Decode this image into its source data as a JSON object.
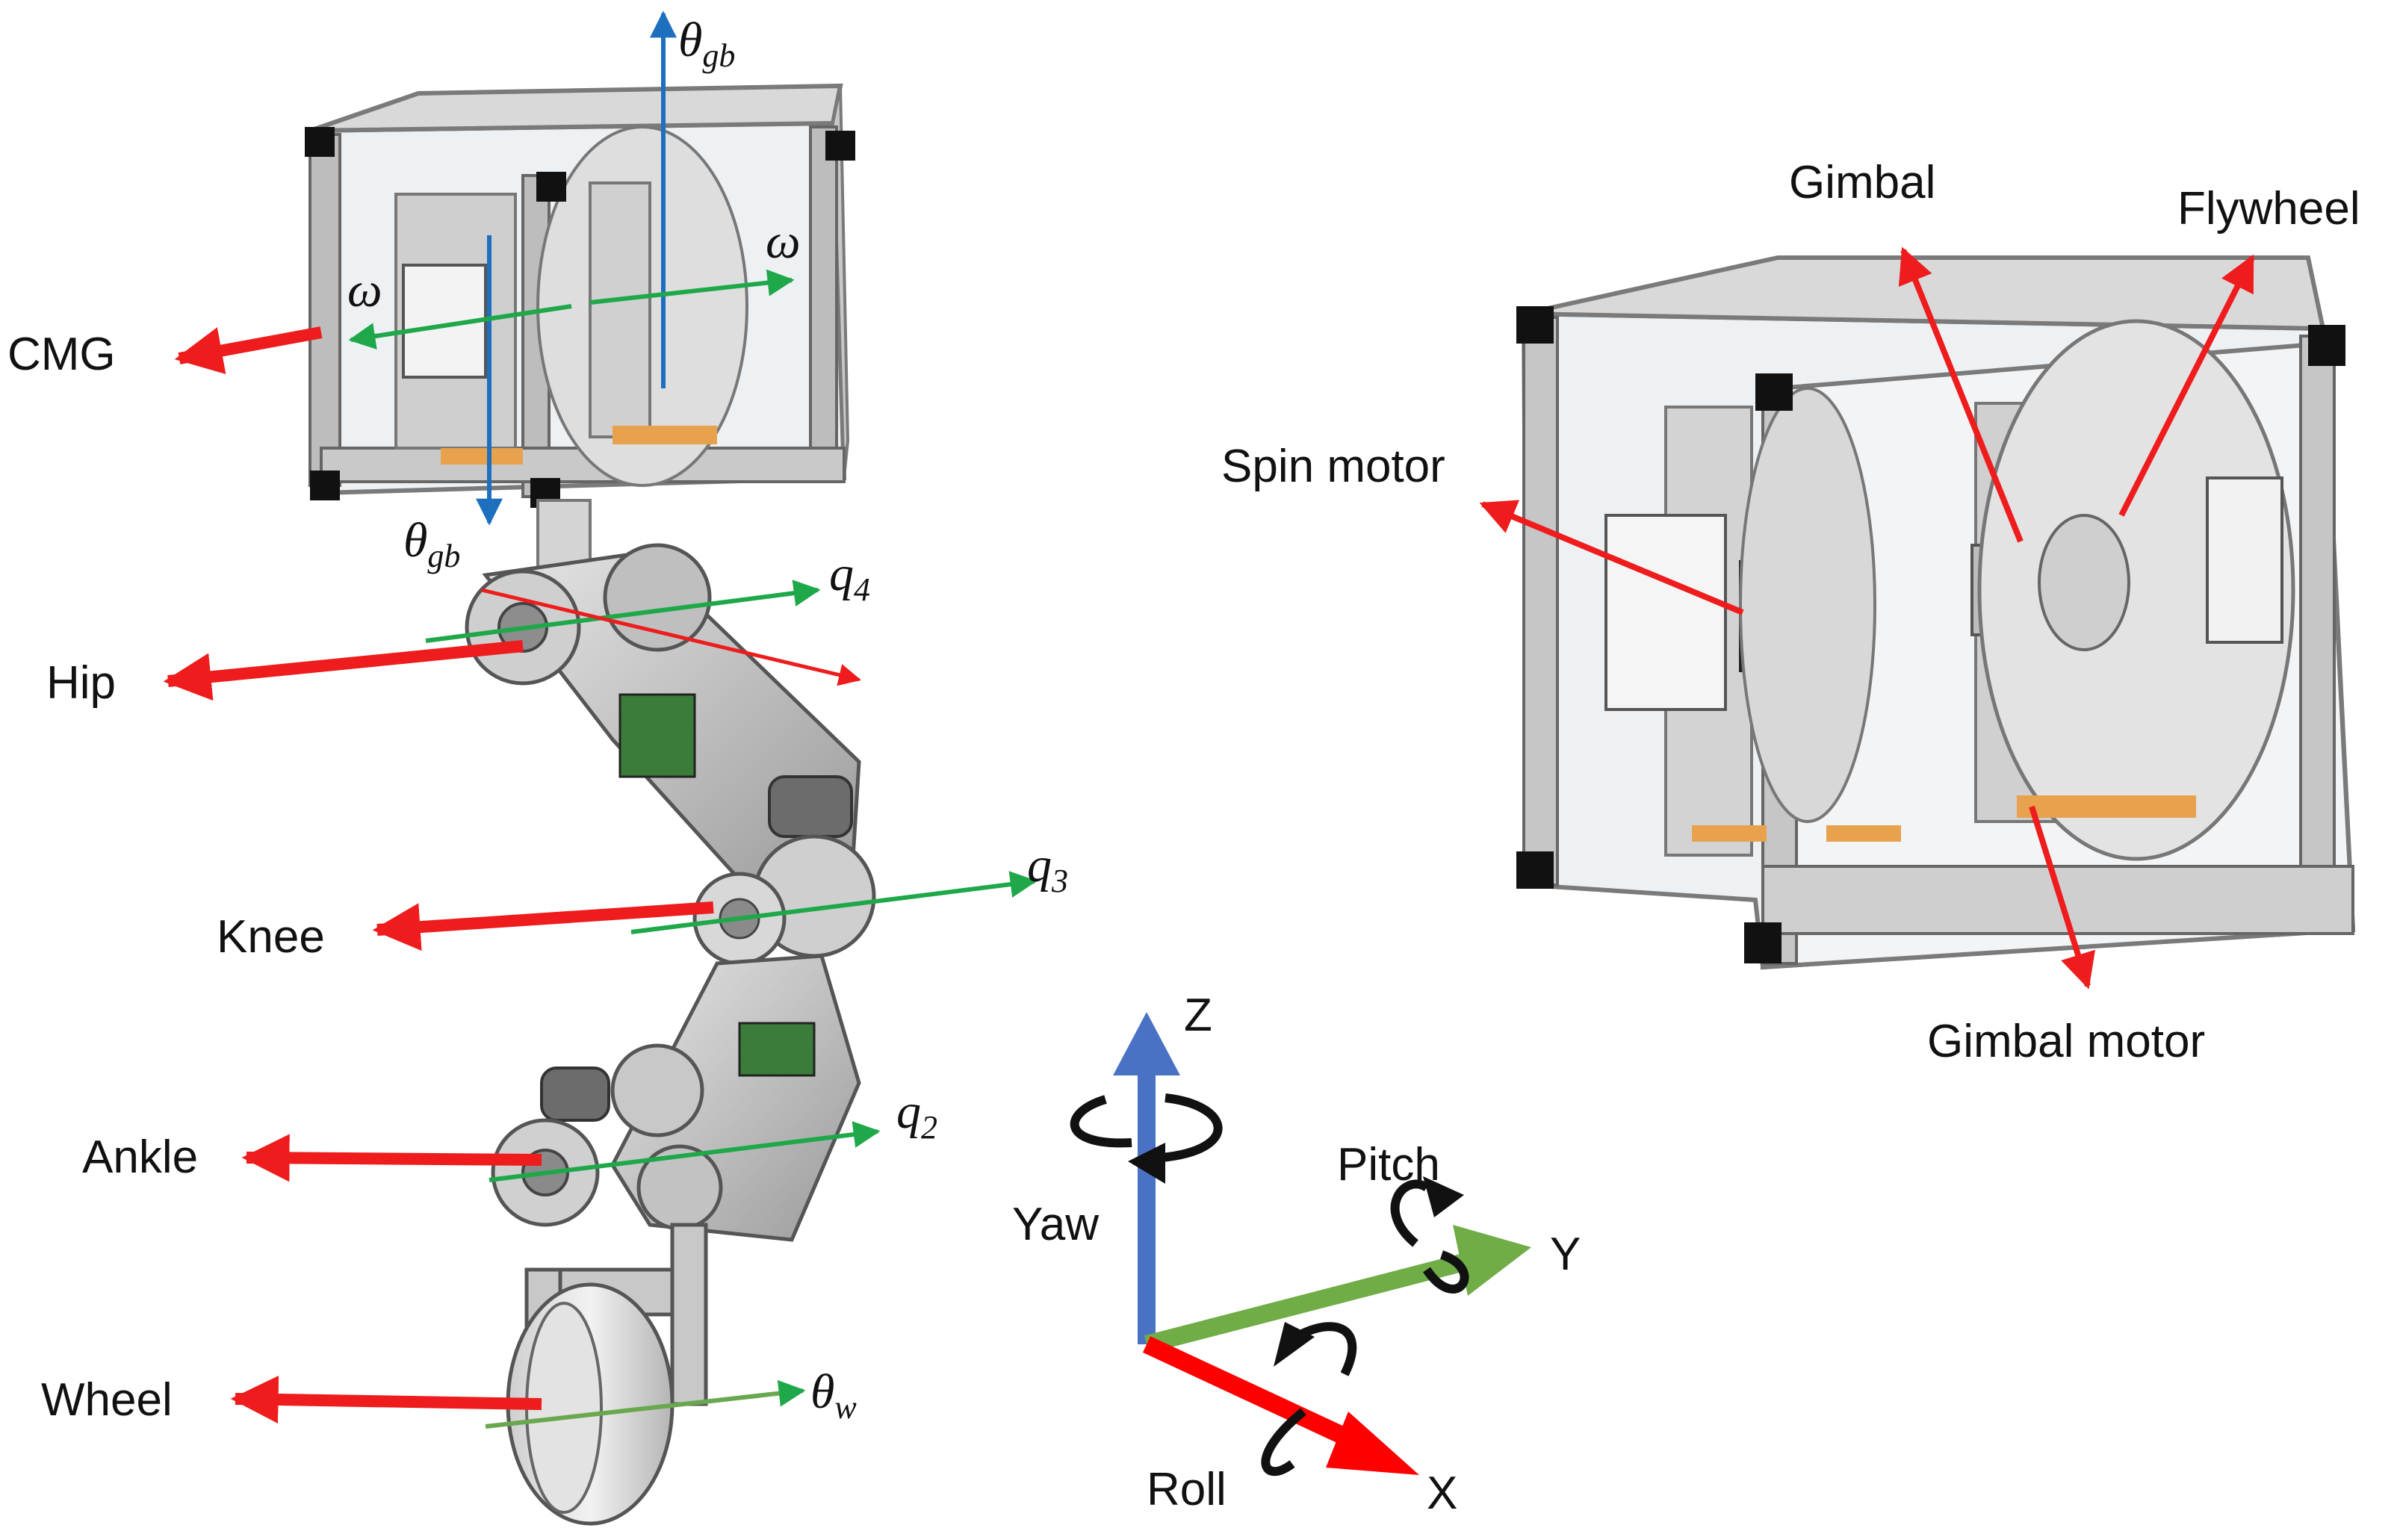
{
  "left_labels": {
    "cmg": "CMG",
    "hip": "Hip",
    "knee": "Knee",
    "ankle": "Ankle",
    "wheel": "Wheel"
  },
  "math_labels": {
    "theta": "θ",
    "gb": "gb",
    "omega": "ω",
    "q": "q",
    "q4_sub": "4",
    "q3_sub": "3",
    "q2_sub": "2",
    "w_sub": "w"
  },
  "axes": {
    "z": "Z",
    "y": "Y",
    "x": "X",
    "yaw": "Yaw",
    "pitch": "Pitch",
    "roll": "Roll"
  },
  "cmg_detail_labels": {
    "gimbal": "Gimbal",
    "flywheel": "Flywheel",
    "spin_motor": "Spin motor",
    "gimbal_motor": "Gimbal motor"
  },
  "colors": {
    "red_arrow": "#ee1c1c",
    "green_arrow": "#1fa84a",
    "blue_arrow": "#1f6fbf",
    "z_axis": "#4a72c4",
    "y_axis": "#70ad47",
    "x_axis": "#ff0000"
  }
}
